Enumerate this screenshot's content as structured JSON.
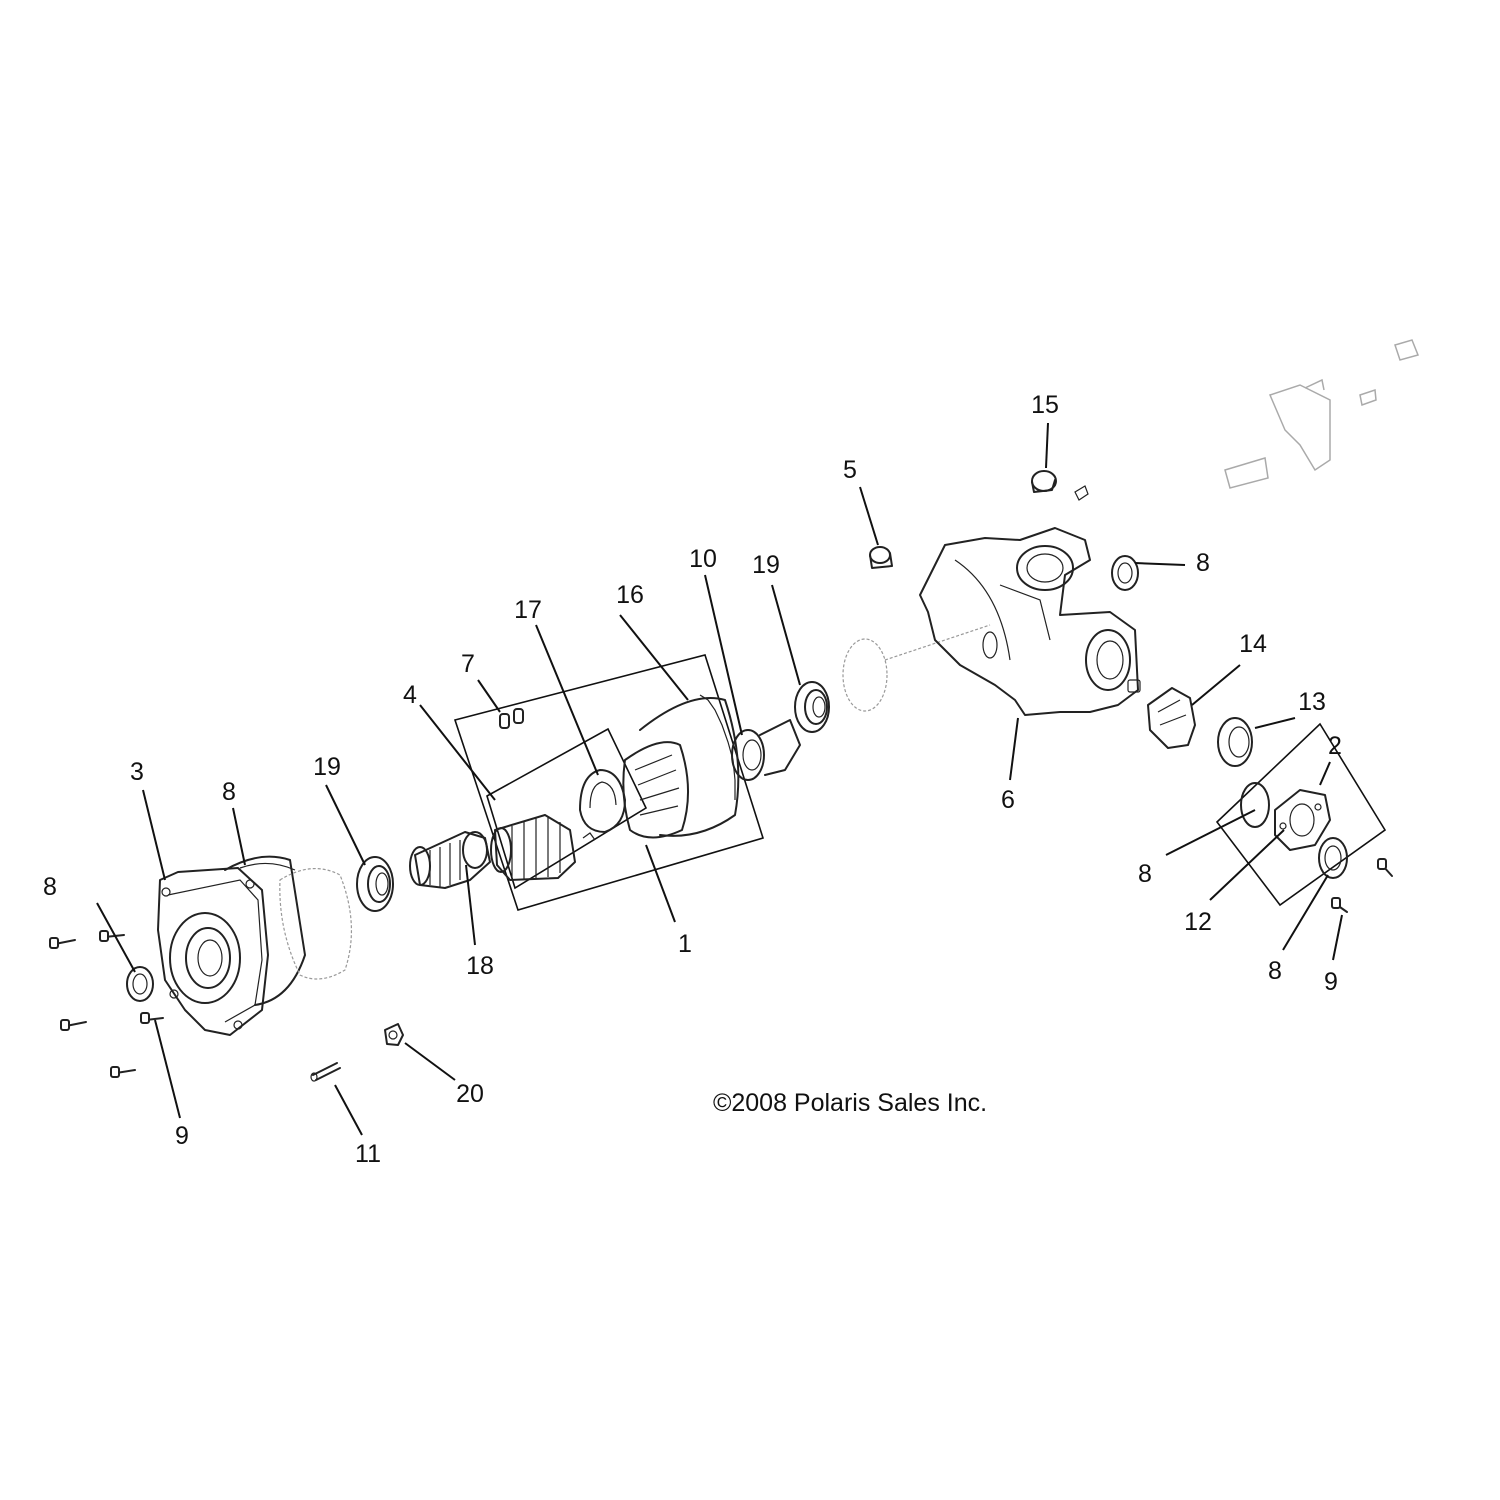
{
  "callouts": {
    "c1": "1",
    "c2": "2",
    "c3": "3",
    "c4": "4",
    "c5": "5",
    "c6": "6",
    "c7": "7",
    "c8a": "8",
    "c8b": "8",
    "c8c": "8",
    "c8d": "8",
    "c8e": "8",
    "c9a": "9",
    "c9b": "9",
    "c10": "10",
    "c11": "11",
    "c12": "12",
    "c13": "13",
    "c14": "14",
    "c15": "15",
    "c16": "16",
    "c17": "17",
    "c18": "18",
    "c19a": "19",
    "c19b": "19",
    "c20": "20"
  },
  "copyright": "©2008  Polaris Sales Inc."
}
